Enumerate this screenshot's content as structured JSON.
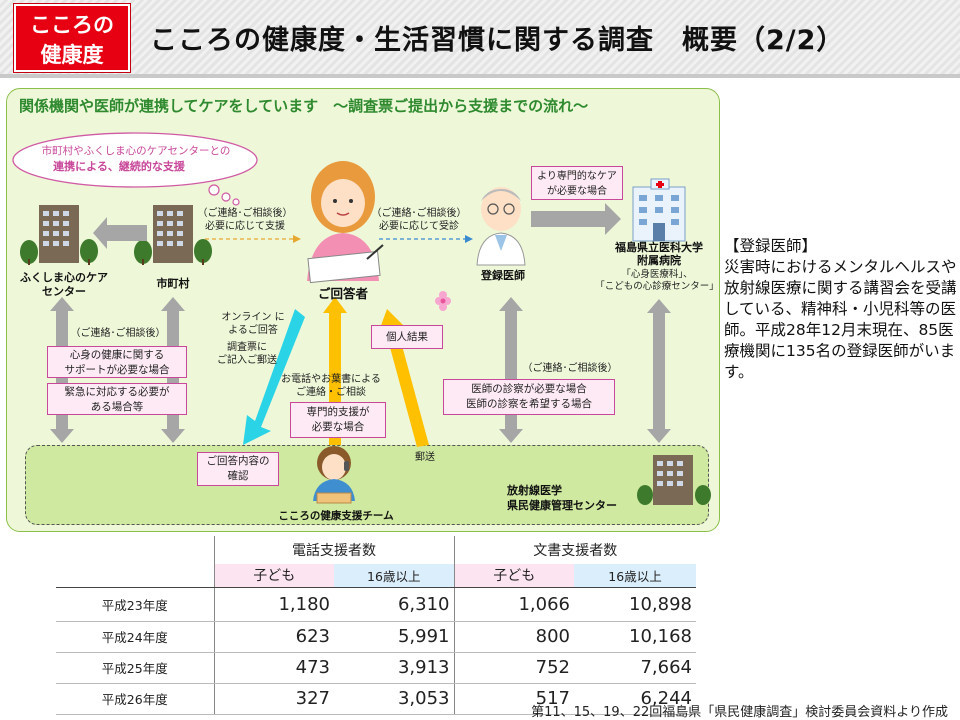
{
  "header": {
    "logo_line1": "こころの",
    "logo_line2": "健康度",
    "title": "こころの健康度・生活習慣に関する調査　概要（2/2）"
  },
  "flow": {
    "title": "関係機関や医師が連携してケアをしています　～調査票ご提出から支援までの流れ～",
    "bubble_line1": "市町村やふくしま心のケアセンターとの",
    "bubble_line2": "連携による、継続的な支援",
    "center_label": "ふくしま心のケア\nセンター",
    "city_label": "市町村",
    "respondent_label": "ご回答者",
    "doctor_label": "登録医師",
    "hospital_label": "福島県立医科大学\n附属病院",
    "hospital_depts": "「心身医療科」、\n「こどもの心診療センター」",
    "city_to_resp_note": "（ご連絡･ご相談後）\n必要に応じて支援",
    "resp_to_doc_note": "（ご連絡･ご相談後）\n必要に応じて受診",
    "more_care_box": "より専門的なケア\nが必要な場合",
    "left_contact_note": "（ご連絡･ご相談後）",
    "support_box": "心身の健康に関する\nサポートが必要な場合",
    "emergency_box": "緊急に対応する必要が\nある場合等",
    "online_note": "オンライン に\nよるご回答",
    "paper_note": "調査票に\nご記入ご郵送",
    "phone_note": "お電話やお葉書による\nご連絡・ご相談",
    "specialist_box": "専門的支援が\n必要な場合",
    "personal_result_box": "個人結果",
    "mail_label": "郵送",
    "right_contact_note": "（ご連絡･ご相談後）",
    "doctor_need_box": "医師の診察が必要な場合\n医師の診察を希望する場合",
    "confirm_box": "ご回答内容の\n確認",
    "team_label": "こころの健康支援チーム",
    "radiation_center": "放射線医学\n県民健康管理センター"
  },
  "note": {
    "heading": "【登録医師】",
    "body": "災害時におけるメンタルヘルスや放射線医療に関する講習会を受講している、精神科・小児科等の医師。平成28年12月末現在、85医療機関に135名の登録医師がいます。"
  },
  "table": {
    "group_phone": "電話支援者数",
    "group_letter": "文書支援者数",
    "sub_child": "子ども",
    "sub_adult": "16歳以上",
    "rows": [
      {
        "year": "平成23年度",
        "phone_child": "1,180",
        "phone_adult": "6,310",
        "letter_child": "1,066",
        "letter_adult": "10,898"
      },
      {
        "year": "平成24年度",
        "phone_child": "623",
        "phone_adult": "5,991",
        "letter_child": "800",
        "letter_adult": "10,168"
      },
      {
        "year": "平成25年度",
        "phone_child": "473",
        "phone_adult": "3,913",
        "letter_child": "752",
        "letter_adult": "7,664"
      },
      {
        "year": "平成26年度",
        "phone_child": "327",
        "phone_adult": "3,053",
        "letter_child": "517",
        "letter_adult": "6,244"
      }
    ]
  },
  "source": "第11、15、19、22回福島県「県民健康調査」検討委員会資料より作成",
  "colors": {
    "logo_red": "#e60012",
    "panel_green": "#eef8d9",
    "band_green": "#cfe9a0",
    "title_green": "#2f8a2f",
    "pink_border": "#c8489a",
    "arrow_gray": "#a6a6a6",
    "arrow_yellow": "#ffc000",
    "arrow_cyan": "#2ad4e6"
  }
}
